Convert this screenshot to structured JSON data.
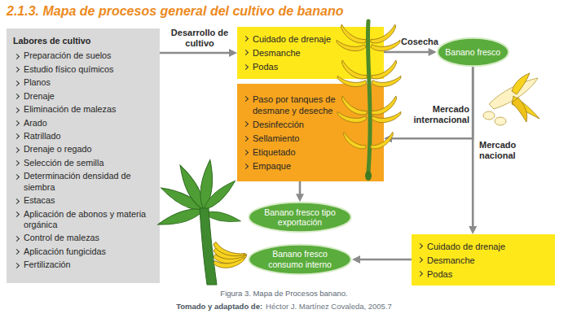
{
  "diagram": {
    "title": "2.1.3. Mapa de procesos general del cultivo de banano",
    "caption": "Figura 3. Mapa de Procesos banano.",
    "nodes": [
      {
        "text": [
          "Labores de cultivo",
          "Preparación de suelos",
          "Estudio físico químicos",
          "Planos",
          "Drenaje",
          "Eliminación de malezas",
          "Arado",
          "Ratrillado",
          "Drenaje o regado",
          "Selección de semilla",
          "Determinación densidad de siembra",
          "Estacas",
          "Aplicación de abonos y materia orgánica",
          "Control de malezas",
          "Aplicación fungicidas",
          "Fertilización"
        ]
      },
      {
        "text": [
          "Cuidado de drenaje",
          "Desmanche",
          "Podas"
        ]
      },
      {
        "text": [
          "Banano fresco"
        ]
      },
      {
        "text": [
          "Paso por tanques de desmane y deseche",
          "Desinfección",
          "Sellamiento",
          "Etiquetado",
          "Empaque"
        ]
      },
      {
        "text": [
          "Banano fresco tipo exportación"
        ]
      },
      {
        "text": [
          "Banano fresco consumo interno"
        ]
      },
      {
        "text": [
          "Cuidado de drenaje",
          "Desmanche",
          "Podas"
        ]
      }
    ],
    "edges": [
      {
        "from": 0,
        "to": 1,
        "label": "Desarrollo de cultivo",
        "arrow": "to"
      },
      {
        "from": 1,
        "to": 2,
        "label": "Cosecha",
        "arrow": "to"
      },
      {
        "from": 2,
        "to": 3,
        "label": "Mercado internacional",
        "arrow": "to"
      },
      {
        "from": 2,
        "to": 6,
        "label": "Mercado nacional",
        "arrow": "to"
      },
      {
        "from": 3,
        "to": 4,
        "arrow": "to"
      },
      {
        "from": 6,
        "to": 5,
        "arrow": "to"
      }
    ],
    "labels": [
      "Tomado y adaptado de:",
      "Héctor J. Martínez Covaleda, 2005.7"
    ]
  }
}
